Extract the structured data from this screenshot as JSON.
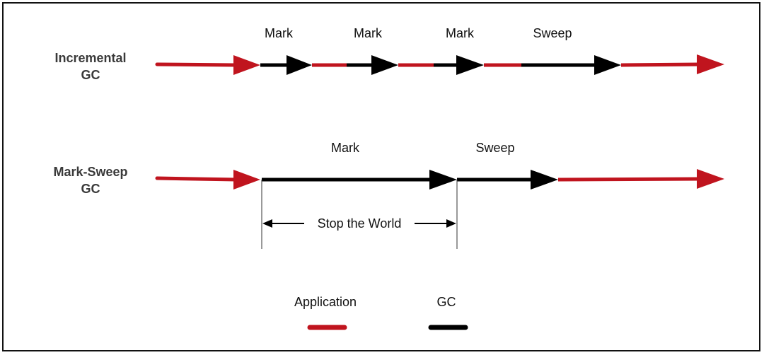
{
  "rows": {
    "incremental": {
      "label_line1": "Incremental",
      "label_line2": "GC",
      "phases": [
        "Mark",
        "Mark",
        "Mark",
        "Sweep"
      ]
    },
    "mark_sweep": {
      "label_line1": "Mark-Sweep",
      "label_line2": "GC",
      "phases": [
        "Mark",
        "Sweep"
      ],
      "pause_label": "Stop the World"
    }
  },
  "legend": {
    "application_label": "Application",
    "gc_label": "GC"
  },
  "colors": {
    "application": "#c0141e",
    "gc": "#000000",
    "frame": "#111111"
  }
}
